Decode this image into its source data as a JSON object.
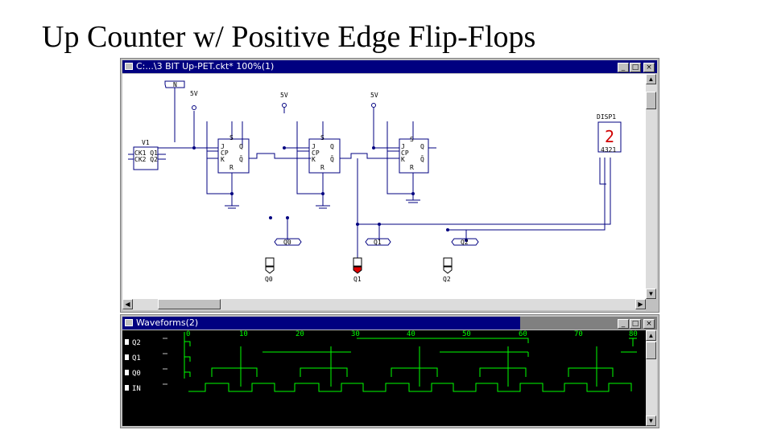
{
  "slide": {
    "title": "Up Counter w/ Positive Edge Flip-Flops"
  },
  "schematic_window": {
    "title": "C:...\\3 BIT Up-PET.ckt* 100%(1)",
    "buttons": {
      "minimize": "_",
      "maximize": "□",
      "close": "×"
    },
    "labels": {
      "n_tag": "N",
      "v1_name": "V1",
      "v1_ck1": "CK1 Q1",
      "v1_ck2": "CK2 Q2",
      "supply1": "5V",
      "supply2": "5V",
      "supply3": "5V",
      "ff_s": "S",
      "ff_j": "J",
      "ff_cp": "CP",
      "ff_k": "K",
      "ff_q": "Q",
      "ff_qbar": "Q̄",
      "ff_r": "R",
      "disp_name": "DISP1",
      "disp_digit": "2",
      "disp_pins": "4321",
      "bus_q0": "Q0",
      "bus_q1": "Q1",
      "bus_q2": "Q2",
      "probe_q0": "Q0",
      "probe_q1": "Q1",
      "probe_q2": "Q2"
    }
  },
  "waveform_window": {
    "title": "Waveforms(2)",
    "buttons": {
      "minimize": "_",
      "maximize": "□",
      "close": "×"
    },
    "signals": [
      "Q2",
      "Q1",
      "Q0",
      "IN"
    ],
    "time_ticks": [
      "0",
      "10",
      "20",
      "30",
      "40",
      "50",
      "60",
      "70",
      "80"
    ]
  },
  "colors": {
    "titlebar": "#000080",
    "wire": "#000080",
    "waveform": "#00ff00",
    "led_on": "#e00000",
    "display_digit": "#d00000"
  }
}
